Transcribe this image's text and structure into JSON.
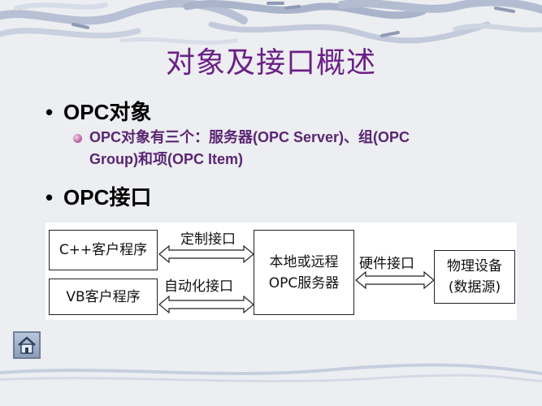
{
  "slide": {
    "title": "对象及接口概述",
    "bullets": [
      {
        "marker": "•",
        "text": "OPC对象"
      },
      {
        "marker": "•",
        "text": "OPC接口"
      }
    ],
    "sub_bullet_line1": "OPC对象有三个：服务器(OPC Server)、组(OPC",
    "sub_bullet_line2": "Group)和项(OPC Item)"
  },
  "diagram": {
    "client1": "C++客户程序",
    "client2": "VB客户程序",
    "label_custom": "定制接口",
    "label_auto": "自动化接口",
    "server_line1": "本地或远程",
    "server_line2": "OPC服务器",
    "label_hw": "硬件接口",
    "device_line1": "物理设备",
    "device_line2": "(数据源)"
  },
  "icons": {
    "home_button": "home-icon"
  }
}
